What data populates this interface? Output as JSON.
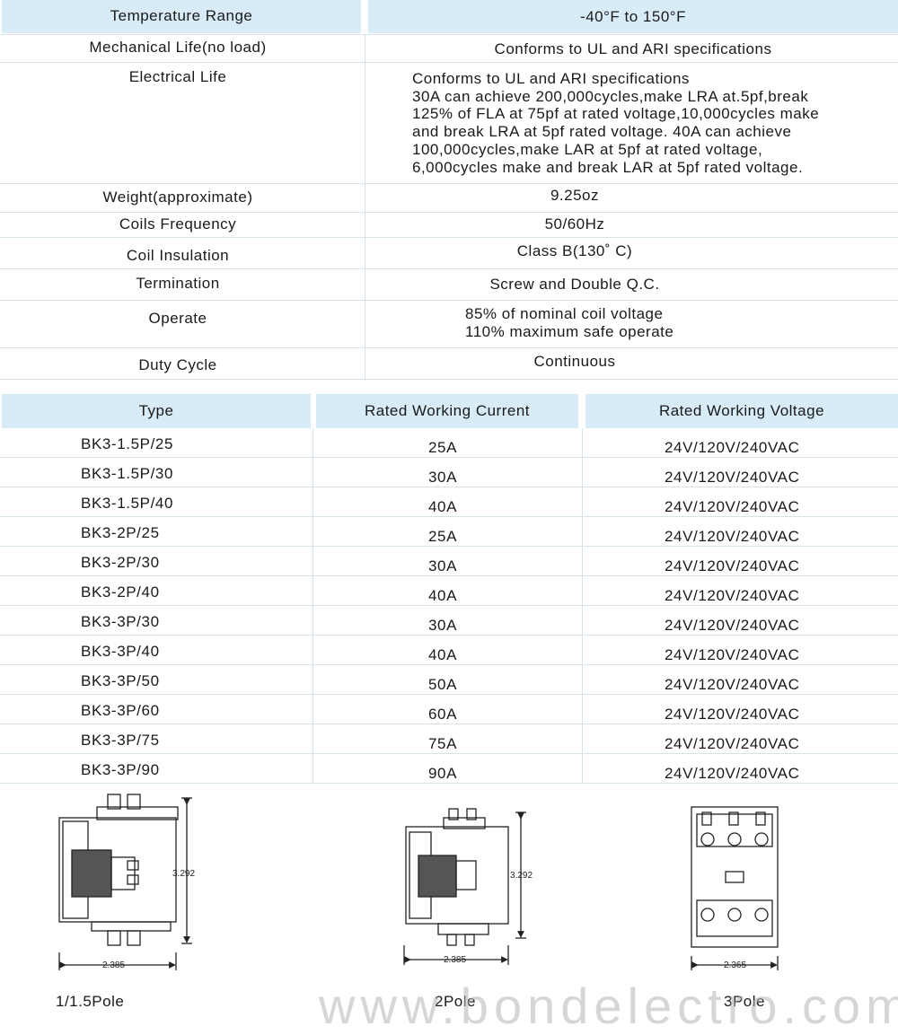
{
  "specs": [
    {
      "label": "Temperature Range",
      "value": "-40°F to 150°F"
    },
    {
      "label": "Mechanical Life(no load)",
      "value": "Conforms to UL and ARI specifications"
    },
    {
      "label": "Electrical Life",
      "value_lines": [
        "Conforms to UL and ARI specifications",
        "30A can achieve 200,000cycles,make LRA at.5pf,break",
        "125% of FLA at 75pf at rated voltage,10,000cycles make",
        "and break LRA at 5pf rated voltage. 40A can achieve",
        "100,000cycles,make LAR at 5pf at rated voltage,",
        "6,000cycles make and break LAR at 5pf rated voltage."
      ]
    },
    {
      "label": "Weight(approximate)",
      "value": "9.25oz"
    },
    {
      "label": "Coils Frequency",
      "value": "50/60Hz"
    },
    {
      "label": "Coil Insulation",
      "value": "Class B(130˚ C)"
    },
    {
      "label": "Termination",
      "value": "Screw and Double Q.C."
    },
    {
      "label": "Operate",
      "value_lines": [
        "85% of nominal coil voltage",
        "110% maximum safe operate"
      ]
    },
    {
      "label": "Duty Cycle",
      "value": "Continuous"
    }
  ],
  "models_table": {
    "headers": [
      "Type",
      "Rated Working Current",
      "Rated Working Voltage"
    ],
    "rows": [
      [
        "BK3-1.5P/25",
        "25A",
        "24V/120V/240VAC"
      ],
      [
        "BK3-1.5P/30",
        "30A",
        "24V/120V/240VAC"
      ],
      [
        "BK3-1.5P/40",
        "40A",
        "24V/120V/240VAC"
      ],
      [
        "BK3-2P/25",
        "25A",
        "24V/120V/240VAC"
      ],
      [
        "BK3-2P/30",
        "30A",
        "24V/120V/240VAC"
      ],
      [
        "BK3-2P/40",
        "40A",
        "24V/120V/240VAC"
      ],
      [
        "BK3-3P/30",
        "30A",
        "24V/120V/240VAC"
      ],
      [
        "BK3-3P/40",
        "40A",
        "24V/120V/240VAC"
      ],
      [
        "BK3-3P/50",
        "50A",
        "24V/120V/240VAC"
      ],
      [
        "BK3-3P/60",
        "60A",
        "24V/120V/240VAC"
      ],
      [
        "BK3-3P/75",
        "75A",
        "24V/120V/240VAC"
      ],
      [
        "BK3-3P/90",
        "90A",
        "24V/120V/240VAC"
      ]
    ]
  },
  "diagrams": [
    {
      "caption": "1/1.5Pole",
      "height_dim": "3.292",
      "width_dim": "2.385"
    },
    {
      "caption": "2Pole",
      "height_dim": "3.292",
      "width_dim": "2.385"
    },
    {
      "caption": "3Pole",
      "width_dim": "2.365"
    }
  ],
  "watermark": "www.bondelectro.com",
  "colors": {
    "header_fill": "#d8ecf8",
    "rule": "#d6e3ea",
    "text": "#1a1a1a"
  }
}
